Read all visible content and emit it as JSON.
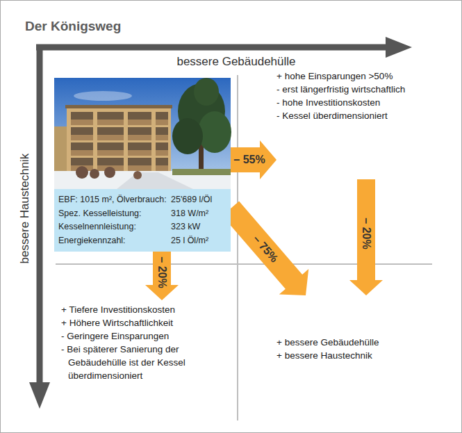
{
  "diagram": {
    "title": "Der Königsweg",
    "nodes": [
      {
        "text": [
          "EBF: 1015 m², Ölverbrauch:",
          "25'689 l/Öl",
          "Spez. Kesselleistung:",
          "318 W/m²",
          "Kesselnennleistung:",
          "323 kW",
          "Energiekennzahl:",
          "25 l Öl/m²"
        ]
      },
      {
        "text": [
          "+ hohe Einsparungen >50%",
          "- erst längerfristig wirtschaftlich",
          "- hohe Investitionskosten",
          "- Kessel überdimensioniert"
        ]
      },
      {
        "text": [
          "+ Tiefere Investitionskosten",
          "+ Höhere Wirtschaftlichkeit",
          "- Geringere Einsparungen",
          "- Bei späterer Sanierung der Gebäudehülle ist der Kessel überdimensioniert"
        ]
      },
      {
        "text": [
          "+ bessere Gebäudehülle",
          "+ bessere Haustechnik"
        ]
      }
    ],
    "edges": [
      {
        "from": 0,
        "to": 1,
        "arrow": "to",
        "label": "– 55%"
      },
      {
        "from": 0,
        "to": 2,
        "arrow": "to",
        "label": "– 20%"
      },
      {
        "from": 0,
        "to": 3,
        "arrow": "to",
        "label": "– 75%"
      },
      {
        "from": 1,
        "to": 3,
        "arrow": "to",
        "label": "– 20%"
      }
    ],
    "labels": [
      "bessere Gebäudehülle",
      "bessere Haustechnik"
    ]
  }
}
